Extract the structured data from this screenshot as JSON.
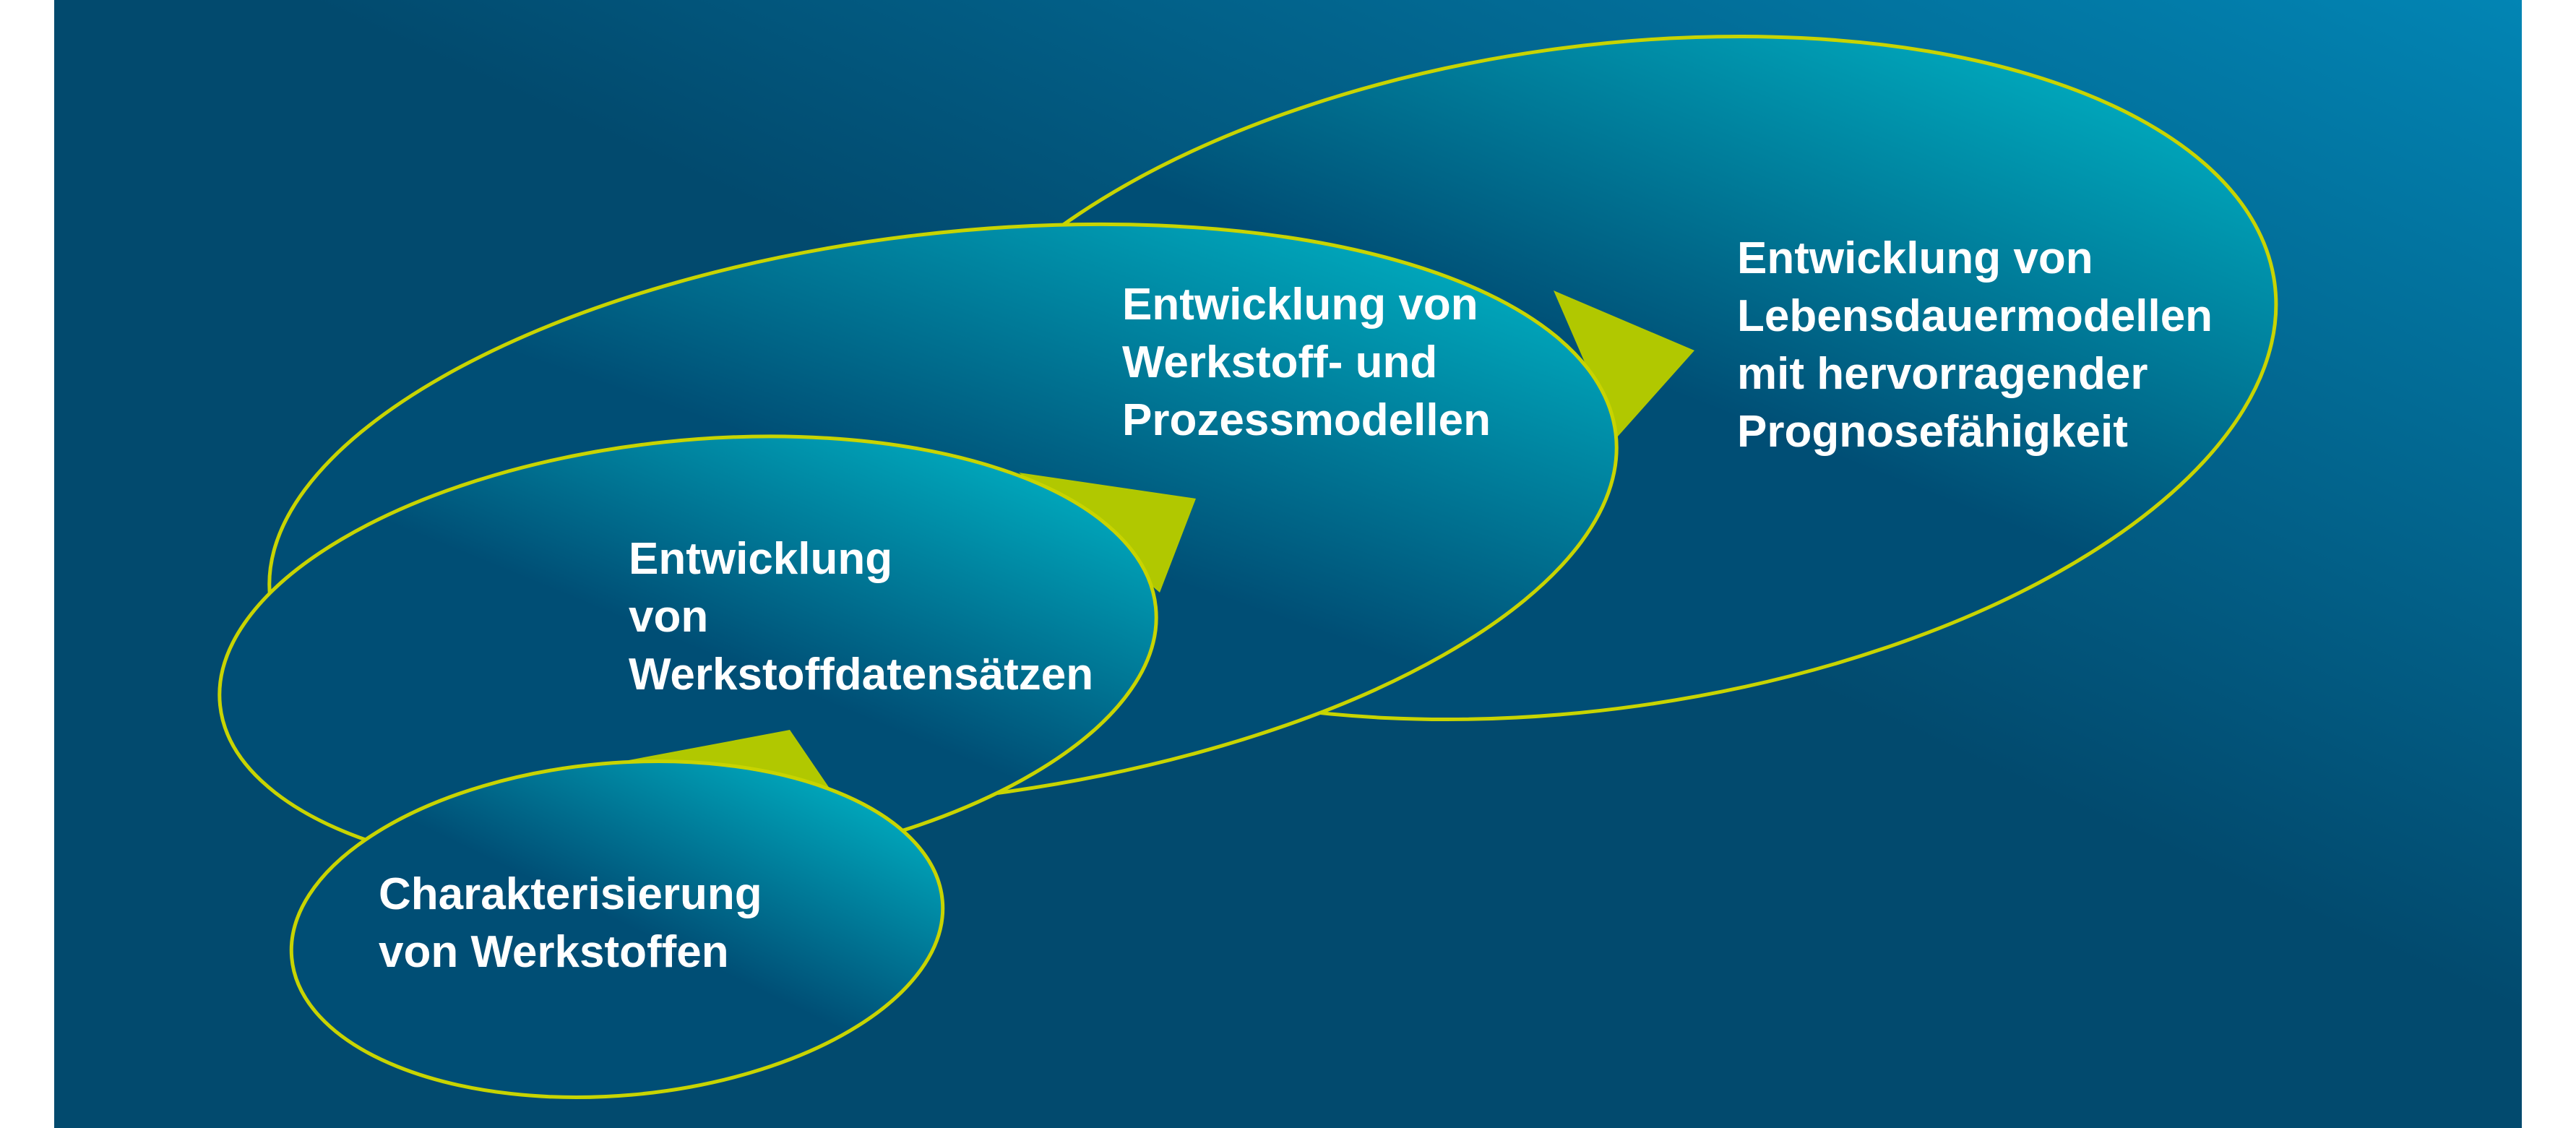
{
  "diagram": {
    "colors": {
      "background_start": "#024A6E",
      "background_end": "#0285B4",
      "ellipse_dark": "#004E75",
      "ellipse_light": "#00B8C9",
      "outline": "#C8D400",
      "pointer": "#B1C800",
      "text": "#FFFFFF"
    },
    "stages": [
      {
        "id": "characterization",
        "lines": [
          "Charakterisierung",
          "von Werkstoffen"
        ]
      },
      {
        "id": "datasets",
        "lines": [
          "Entwicklung",
          "von",
          "Werkstoffdatensätzen"
        ]
      },
      {
        "id": "models",
        "lines": [
          "Entwicklung von",
          "Werkstoff- und",
          "Prozessmodellen"
        ]
      },
      {
        "id": "lifetime",
        "lines": [
          "Entwicklung von",
          "Lebensdauermodellen",
          "mit hervorragender",
          "Prognosefähigkeit"
        ]
      }
    ]
  }
}
